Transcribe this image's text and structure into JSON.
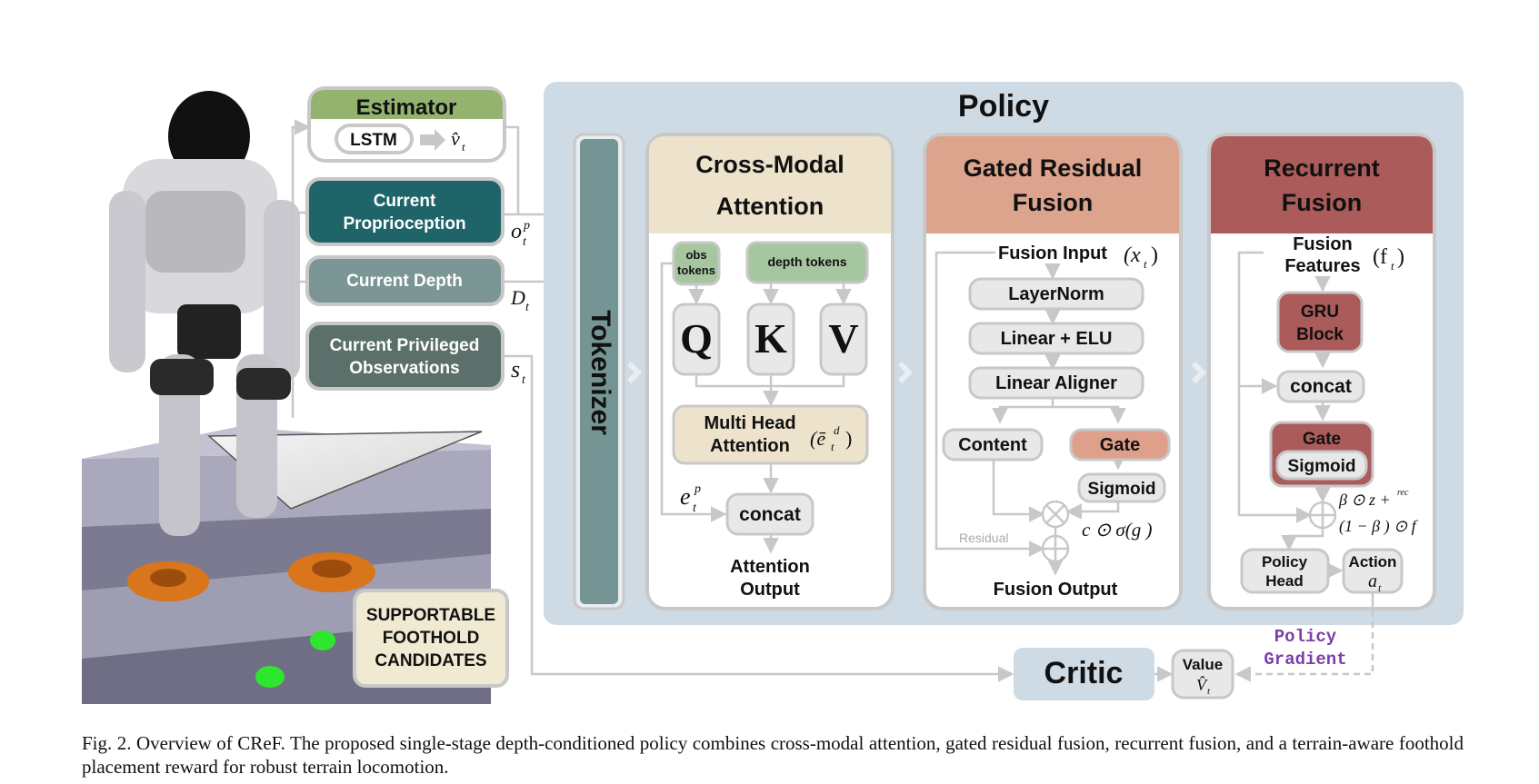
{
  "estimator": {
    "title": "Estimator",
    "lstm": "LSTM",
    "vhat": "v̂",
    "sub": "t"
  },
  "inputs": {
    "proprio": [
      "Current",
      "Proprioception"
    ],
    "depth": "Current Depth",
    "priv": [
      "Current Privileged",
      "Observations"
    ],
    "o_label": "o",
    "o_sup": "p",
    "o_sub": "t",
    "d_label": "D",
    "d_sub": "t",
    "s_label": "s",
    "s_sub": "t"
  },
  "foothold": [
    "SUPPORTABLE",
    "FOOTHOLD",
    "CANDIDATES"
  ],
  "policy": {
    "title": "Policy",
    "tokenizer": "Tokenizer",
    "cross": {
      "title": [
        "Cross-Modal",
        "Attention"
      ],
      "obs_tokens": [
        "obs",
        "tokens"
      ],
      "depth_tokens": "depth tokens",
      "q": "Q",
      "k": "K",
      "v": "V",
      "mha": [
        "Multi Head",
        "Attention"
      ],
      "mha_label": "(ē",
      "mha_sup": "d",
      "mha_sub": "t",
      "mha_close": ")",
      "ep": "e",
      "ep_sup": "p",
      "ep_sub": "t",
      "concat": "concat",
      "output": [
        "Attention",
        "Output"
      ]
    },
    "gated": {
      "title": [
        "Gated Residual",
        "Fusion"
      ],
      "input": "Fusion Input",
      "input_var": "(x",
      "input_sub": "t",
      "input_close": ")",
      "layernorm": "LayerNorm",
      "linear_elu": "Linear + ELU",
      "aligner": "Linear Aligner",
      "content": "Content",
      "gate": "Gate",
      "sigmoid": "Sigmoid",
      "residual": "Residual",
      "formula": "c ⊙ σ(g )",
      "output": "Fusion Output"
    },
    "recurrent": {
      "title": [
        "Recurrent",
        "Fusion"
      ],
      "features": [
        "Fusion",
        "Features"
      ],
      "features_var": "(f",
      "features_sub": "t",
      "features_close": ")",
      "gru": [
        "GRU",
        "Block"
      ],
      "concat": "concat",
      "gate": "Gate",
      "sigmoid": "Sigmoid",
      "formula1": "β ⊙ z + ",
      "formula1_sup": "rec",
      "formula2": "(1 − β ) ⊙ f",
      "policy_head": [
        "Policy",
        "Head"
      ],
      "action": "Action",
      "action_var": "a",
      "action_sub": "t"
    }
  },
  "critic": "Critic",
  "value": {
    "label": "Value",
    "var": "V̂",
    "sub": "t"
  },
  "policy_gradient": [
    "Policy",
    "Gradient"
  ],
  "caption": "Fig. 2.   Overview of CReF. The proposed single-stage depth-conditioned policy combines cross-modal attention, gated residual fusion, recurrent fusion, and a terrain-aware foothold placement reward for robust terrain locomotion.",
  "colors": {
    "policy_bg": "#cfdbe4",
    "estimator": "#93b36f",
    "proprio": "#1f6469",
    "depth": "#7c9595",
    "priv": "#5b706b",
    "tokenizer": "#759594",
    "cross": "#ede2cb",
    "gated": "#dca38d",
    "recurrent": "#aa5b5a",
    "tokens_green": "#a6c6a0",
    "gate_salmon": "#dea08b",
    "gru_red": "#aa5b5a",
    "critic": "#cfdbe4",
    "foothold_bg": "#f0ead3",
    "gradient_purple": "#7b3fa8",
    "green_dot": "#2ee62e"
  }
}
